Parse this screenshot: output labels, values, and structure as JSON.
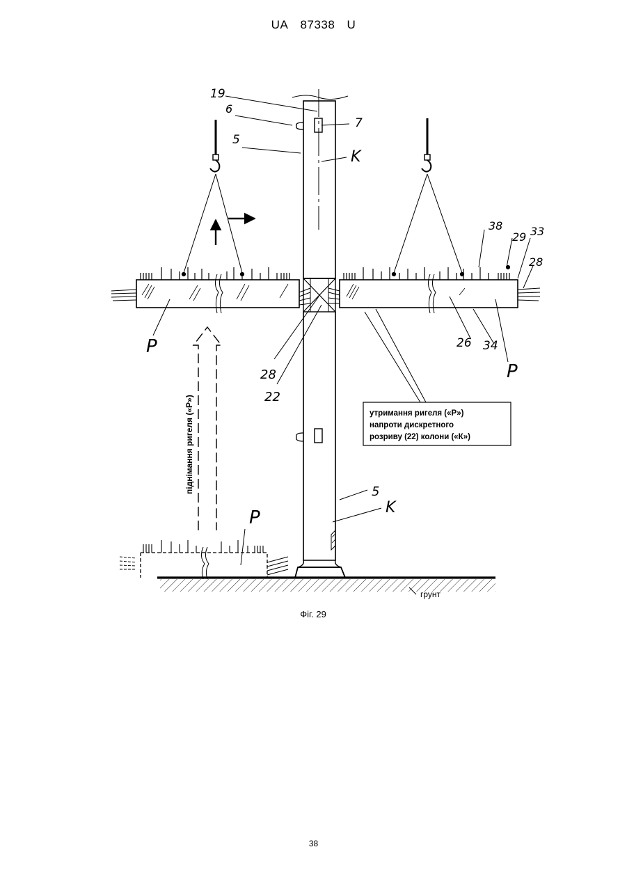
{
  "header": {
    "doc_prefix": "UA",
    "doc_number": "87338",
    "doc_kind": "U"
  },
  "figure": {
    "caption": "Фіг. 29",
    "labels": {
      "l19": "19",
      "l6": "6",
      "l7": "7",
      "l5_top": "5",
      "k_top": "K",
      "l38": "38",
      "l29": "29",
      "l33": "33",
      "l28_right": "28",
      "l26": "26",
      "l34": "34",
      "p_left": "P",
      "p_right": "P",
      "l28_bottom": "28",
      "l22": "22",
      "l5_bottom": "5",
      "k_bottom": "K",
      "p_ground": "P"
    },
    "callout_lines": [
      "утримання ригеля («Р»)",
      "напроти дискретного",
      "розриву (22) колони («К»)"
    ],
    "vertical_text": "піднімання ригеля («Р»)",
    "ground_label": "грунт"
  },
  "page_number": "38"
}
